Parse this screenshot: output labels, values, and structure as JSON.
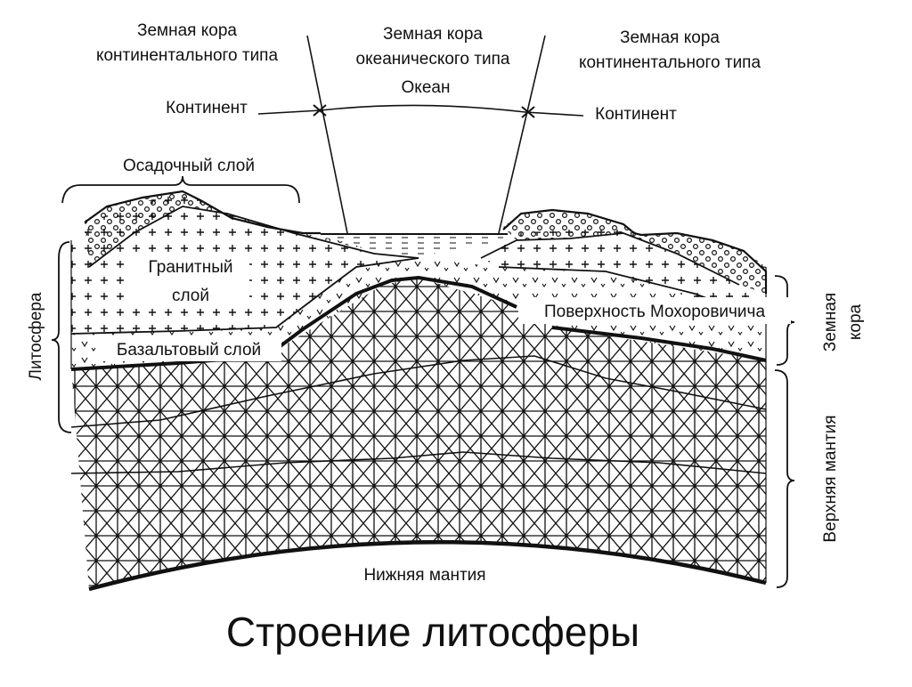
{
  "colors": {
    "ink": "#111111",
    "paper": "#ffffff",
    "sediment_dot": "#111111"
  },
  "labels": {
    "crust_continental_left_line1": "Земная кора",
    "crust_continental_left_line2": "континентального типа",
    "crust_oceanic_line1": "Земная кора",
    "crust_oceanic_line2": "океанического типа",
    "ocean": "Океан",
    "crust_continental_right_line1": "Земная кора",
    "crust_continental_right_line2": "континентального типа",
    "continent_left": "Континент",
    "continent_right": "Континент",
    "sedimentary_layer": "Осадочный слой",
    "granite_layer_line1": "Гранитный",
    "granite_layer_line2": "слой",
    "basalt_layer": "Базальтовый слой",
    "moho_surface": "Поверхность Мохоровичича",
    "lithosphere": "Литосфера",
    "earth_crust_line1": "Земная",
    "earth_crust_line2": "кора",
    "upper_mantle": "Верхняя мантия",
    "lower_mantle": "Нижняя мантия"
  },
  "caption": "Строение литосферы"
}
